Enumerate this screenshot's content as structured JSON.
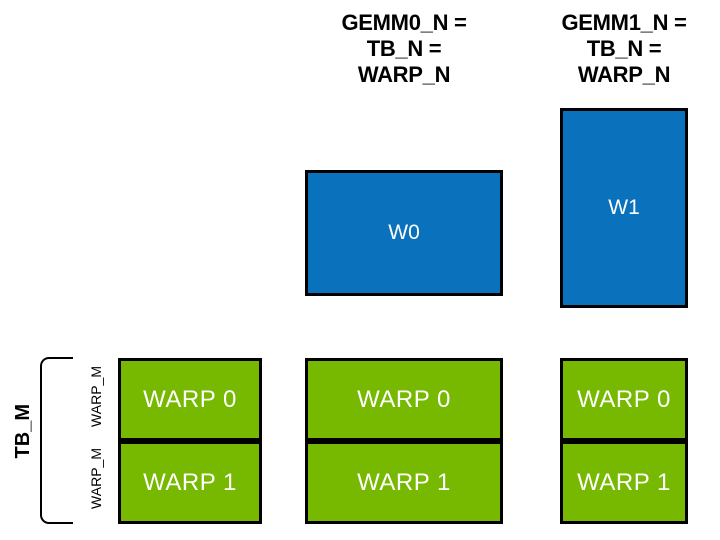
{
  "diagram": {
    "title_semantic": "GEMM warp tiling diagram",
    "column_headers": [
      {
        "lines": [
          "GEMM0_N =",
          "TB_N =",
          "WARP_N"
        ]
      },
      {
        "lines": [
          "GEMM1_N =",
          "TB_N =",
          "WARP_N"
        ]
      }
    ],
    "warp_tiles": [
      {
        "label": "W0"
      },
      {
        "label": "W1"
      }
    ],
    "threadblock_groups": [
      {
        "cells": [
          "WARP 0",
          "WARP 1"
        ]
      },
      {
        "cells": [
          "WARP 0",
          "WARP 1"
        ]
      },
      {
        "cells": [
          "WARP 0",
          "WARP 1"
        ]
      }
    ],
    "side_labels": {
      "tb_m": "TB_M",
      "warp_m": [
        "WARP_M",
        "WARP_M"
      ]
    },
    "colors": {
      "warp_tile_blue": "#0A72BC",
      "warp_green": "#76B900",
      "shape_border": "#000000",
      "text_on_fill": "#FFFFFF",
      "label_text": "#000000",
      "background": "#FFFFFF"
    }
  }
}
